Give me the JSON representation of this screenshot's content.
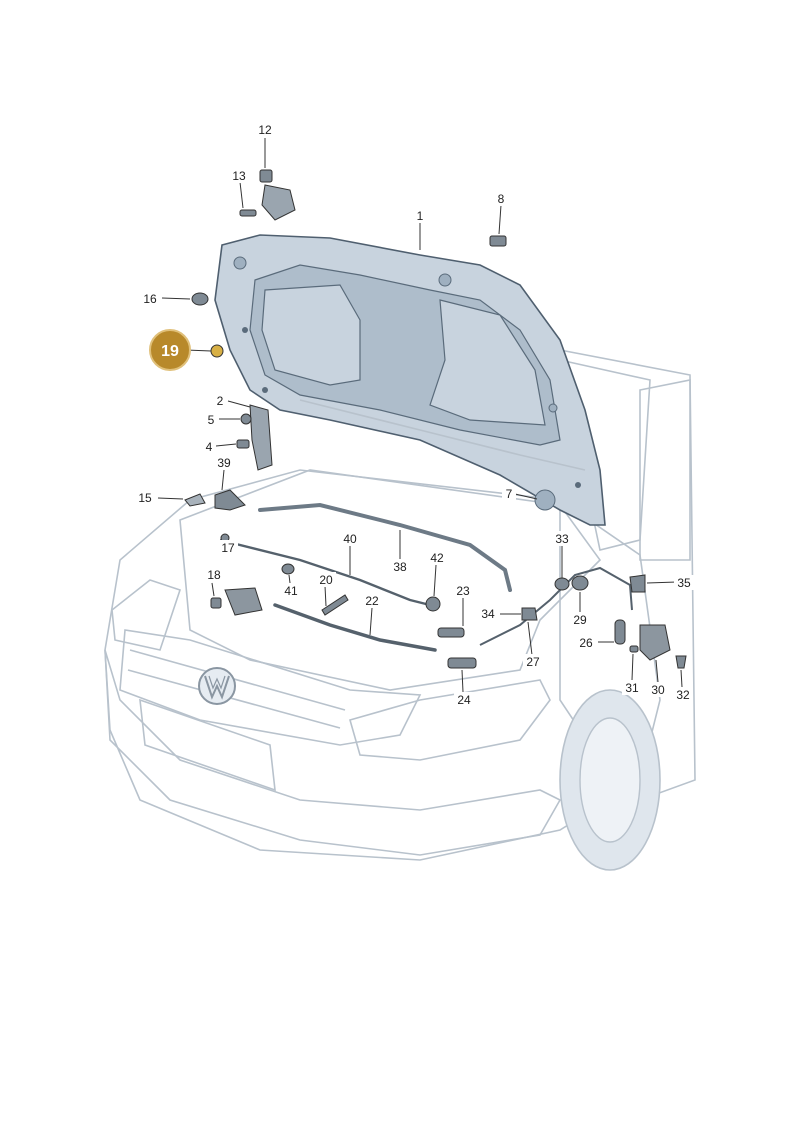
{
  "diagram": {
    "highlighted_label": "19",
    "colors": {
      "highlight_fill": "#b8892a",
      "highlight_ring": "#e0c07a",
      "vehicle_fill": "#eef2f6",
      "vehicle_line": "#b8c2cc",
      "hood_fill": "#c8d3de",
      "hood_shadow": "#9fb0c0",
      "part_fill": "#7f8a94"
    },
    "labels": [
      "12",
      "13",
      "1",
      "8",
      "16",
      "2",
      "5",
      "4",
      "39",
      "15",
      "7",
      "17",
      "40",
      "38",
      "42",
      "33",
      "18",
      "41",
      "20",
      "22",
      "23",
      "34",
      "35",
      "29",
      "26",
      "27",
      "31",
      "30",
      "32",
      "24"
    ]
  }
}
